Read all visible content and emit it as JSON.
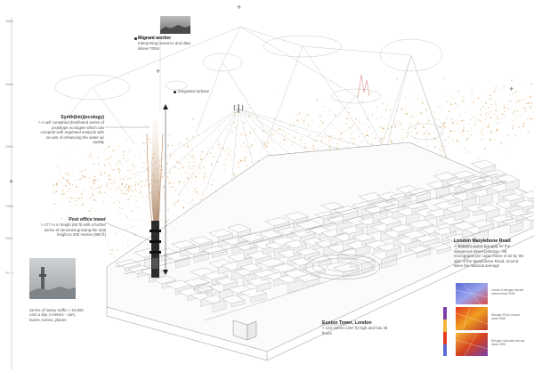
{
  "axis": {
    "ticks": [
      "4000",
      "3000",
      "2000",
      "1000",
      "500",
      "50"
    ]
  },
  "labels": {
    "migrant_worker": {
      "title": "Migrant worker",
      "text": "Interpreting resource and data above 700m"
    },
    "synthetic_biology": {
      "title": "Synth(bio)(ecology)",
      "text": "> A self contained distributed series of prototype ecologies which can compete with regulated analysis with an aim of enhancing the water air quality"
    },
    "post_office_tower": {
      "title": "Post office tower",
      "text": "> 177 m in height (60 ft) with a further series of structural growing the total height to 300 metres (980 ft)"
    },
    "heavy_traffic": {
      "title": "",
      "text": "Series of heavy traffic > 10,000 cars a day 4 metres - cars, buses, lorries, planes"
    },
    "euston_tower": {
      "title": "Euston Tower, London",
      "text": "> 124 metres (407 ft) high and has 36 floors"
    },
    "marylebone_road": {
      "title": "London Marylebone Road",
      "text": "> 'Britain's worst' hot spot for the dangerous street pollution - 58 micrograms per cubic metre of air by the side of the Marylebone Road, around twice the national average"
    },
    "small_airship": {
      "title": "",
      "text": "integrated airbase"
    },
    "signal": {
      "title": "",
      "text": "((•))"
    }
  },
  "heatmaps": {
    "captions": [
      "Levels of nitrogen dioxide annual mean 2008",
      "Nitrogen PM10 annual mean 2008",
      "Nitrogen monoxide annual mean 2008"
    ]
  },
  "colors": {
    "pollution": "#d9a766",
    "lines": "#9a9a9a",
    "tower_plume": "#b87a4a"
  }
}
